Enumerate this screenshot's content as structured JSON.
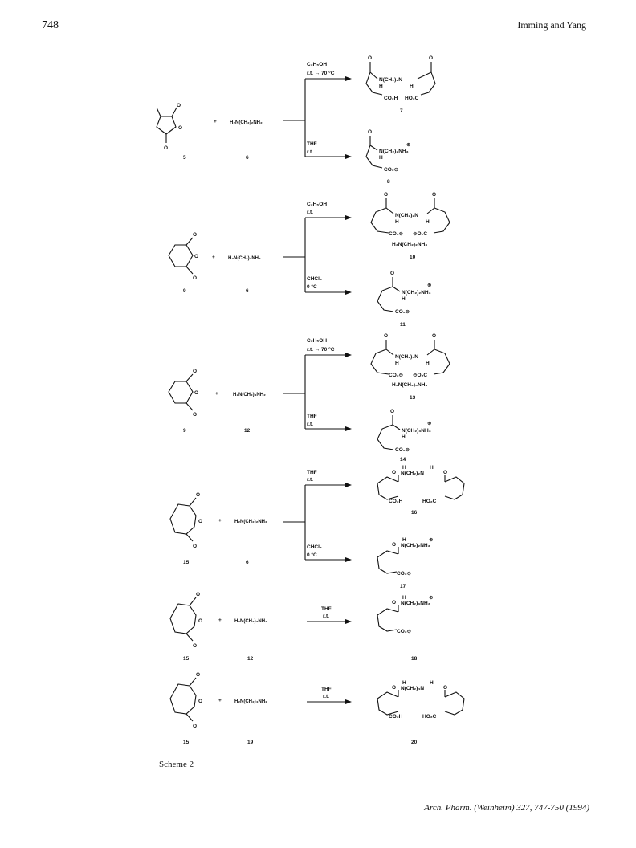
{
  "header": {
    "page_number": "748",
    "authors": "Imming and Yang"
  },
  "caption": "Scheme 2",
  "footer": "Arch. Pharm. (Weinheim) 327, 747-750 (1994)",
  "scheme": {
    "reactants": {
      "amine_6": "H₂N(CH₂)₂NH₂",
      "amine_12": "H₂N(CH₂)₃NH₂",
      "amine_19": "H₂N(CH₂)₄NH₂",
      "plus": "+"
    },
    "numbers": {
      "n5": "5",
      "n6": "6",
      "n7": "7",
      "n8": "8",
      "n9": "9",
      "n10": "10",
      "n11": "11",
      "n12": "12",
      "n13": "13",
      "n14": "14",
      "n15": "15",
      "n16": "16",
      "n17": "17",
      "n18": "18",
      "n19": "19",
      "n20": "20"
    },
    "conditions": {
      "ethanol": "C₂H₅OH",
      "rt_heat": "r.t. → 70 °C",
      "rt": "r.t.",
      "thf": "THF",
      "chcl3": "CHCl₃",
      "zero_c": "0 °C"
    },
    "labels": {
      "o": "O",
      "h": "H",
      "co2h": "CO₂H",
      "ho2c": "HO₂C",
      "co2minus": "CO₂⊖",
      "minus_o2c": "⊖O₂C",
      "nh3plus": "NH₃",
      "plus_sign": "⊕",
      "ammonium_dication": "H₃N(CH₂)₂NH₃",
      "ammonium_dication_c3": "H₃N(CH₂)₃NH₃",
      "n_ch2_2": "N(CH₂)₂N",
      "n_ch2_3": "N(CH₂)₃N",
      "n_ch2_4": "N(CH₂)₄N",
      "n_ch2_2_nh3": "N(CH₂)₂NH₃",
      "n_ch2_3_nh3": "N(CH₂)₃NH₃"
    }
  }
}
